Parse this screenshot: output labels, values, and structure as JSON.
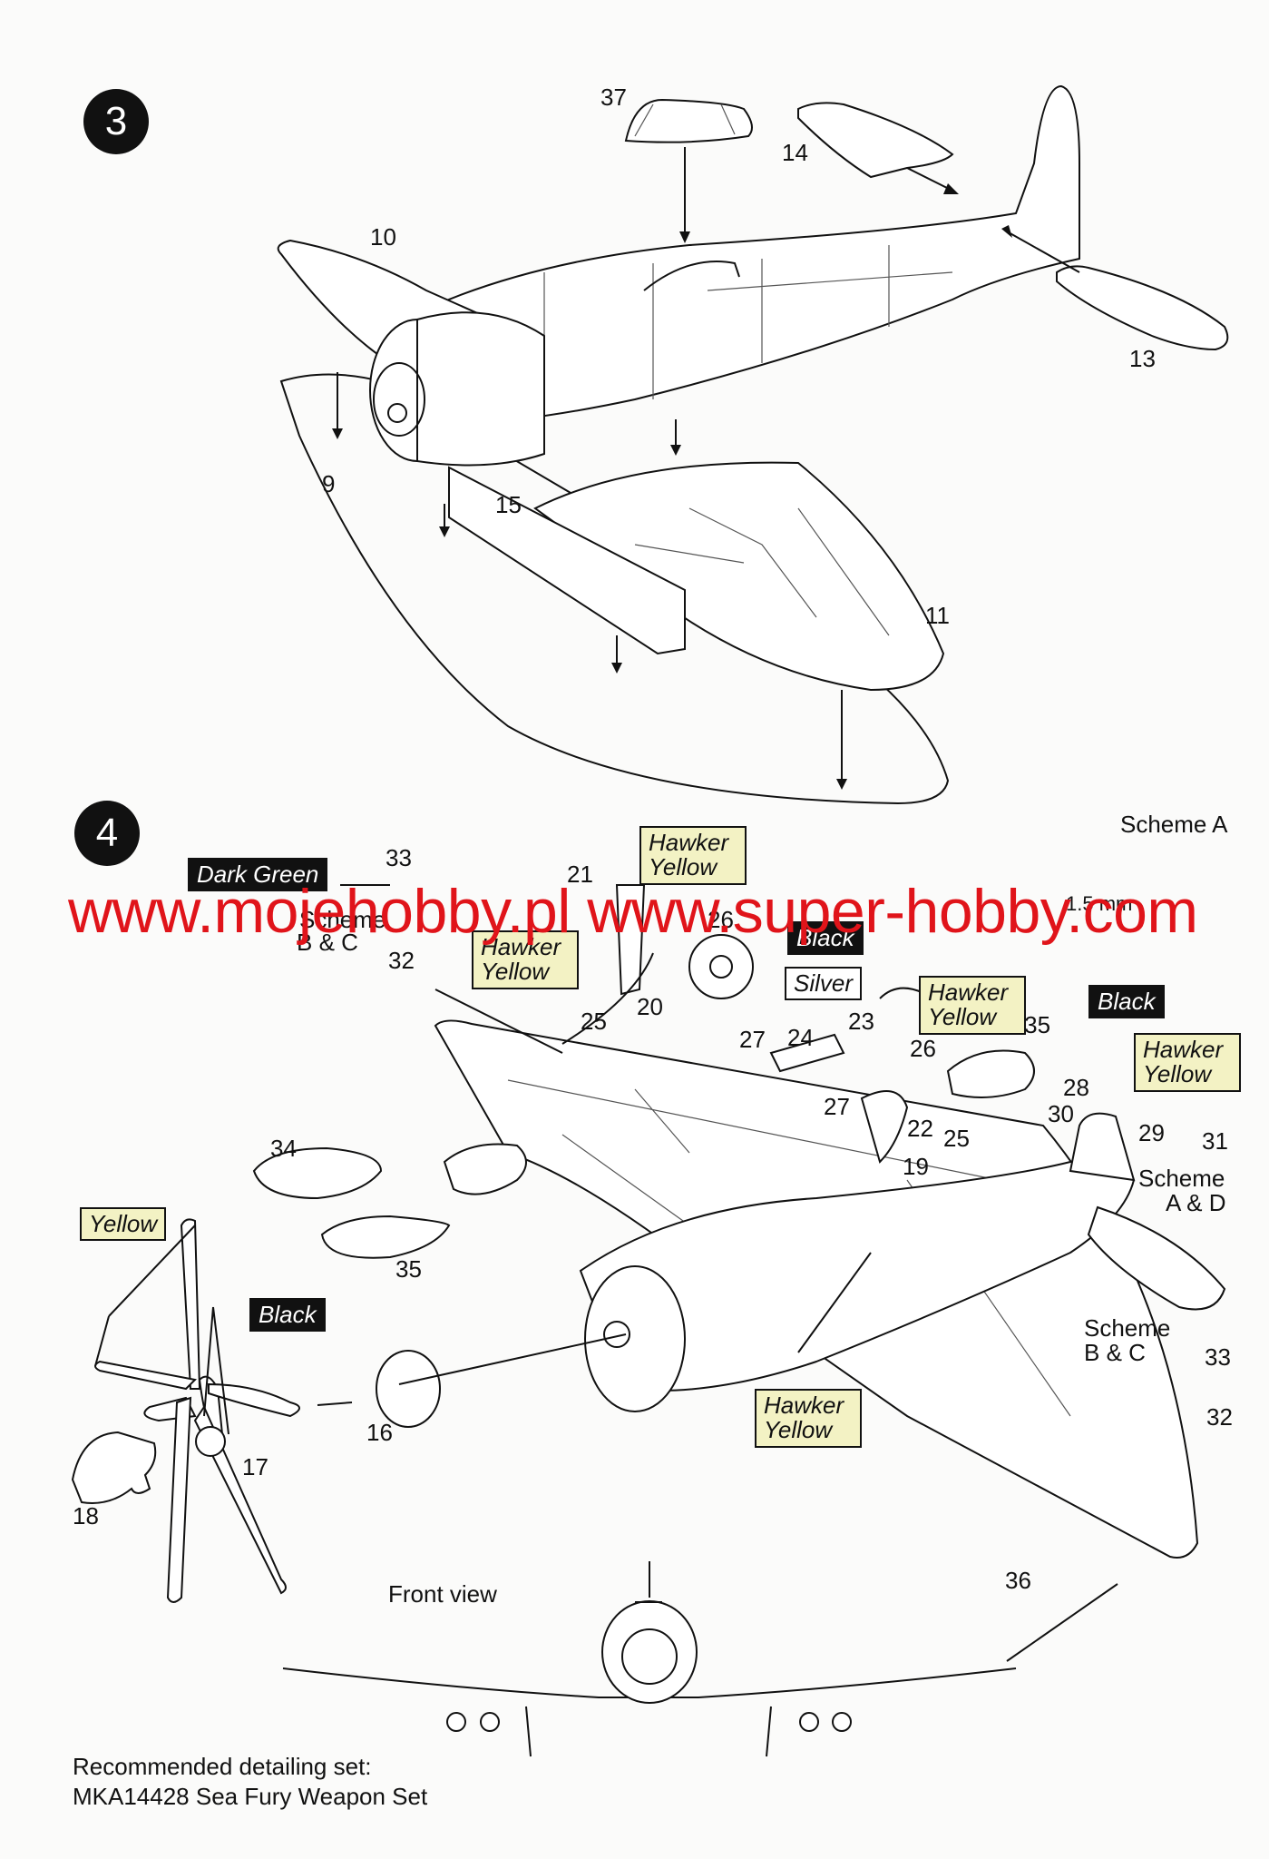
{
  "steps": {
    "step3": "3",
    "step4": "4"
  },
  "watermark": "www.mojehobby.pl www.super-hobby.com",
  "step3_parts": {
    "p37": "37",
    "p14": "14",
    "p10": "10",
    "p13": "13",
    "p9": "9",
    "p15": "15",
    "p11": "11"
  },
  "step4_parts": {
    "p33a": "33",
    "p32a": "32",
    "p21": "21",
    "p26a": "26",
    "p25a": "25",
    "p20": "20",
    "p27a": "27",
    "p24": "24",
    "p23": "23",
    "p26b": "26",
    "p34_35": "34+35",
    "p28": "28",
    "p30": "30",
    "p29": "29",
    "p31": "31",
    "p27b": "27",
    "p22": "22",
    "p25b": "25",
    "p19": "19",
    "p34": "34",
    "p35": "35",
    "p33b": "33",
    "p32b": "32",
    "p16": "16",
    "p17": "17",
    "p18": "18",
    "p36": "36"
  },
  "schemes": {
    "scheme_a": "Scheme A",
    "scheme_bc_top_1": "Scheme",
    "scheme_bc_top_2": "B & C",
    "scheme_ad_1": "Scheme",
    "scheme_ad_2": "A & D",
    "scheme_bc_right_1": "Scheme",
    "scheme_bc_right_2": "B & C",
    "drill": "1.5 mm"
  },
  "colour_tags": {
    "dark_green": "Dark Green",
    "hawker_yellow": "Hawker Yellow",
    "black": "Black",
    "silver": "Silver",
    "yellow": "Yellow"
  },
  "front_view": "Front view",
  "note": {
    "line1": "Recommended detailing set:",
    "line2": "MKA14428 Sea Fury Weapon Set"
  },
  "colors": {
    "tag_yellow": "#f3f2c4",
    "tag_black": "#111111",
    "watermark_red": "#e0141a"
  }
}
